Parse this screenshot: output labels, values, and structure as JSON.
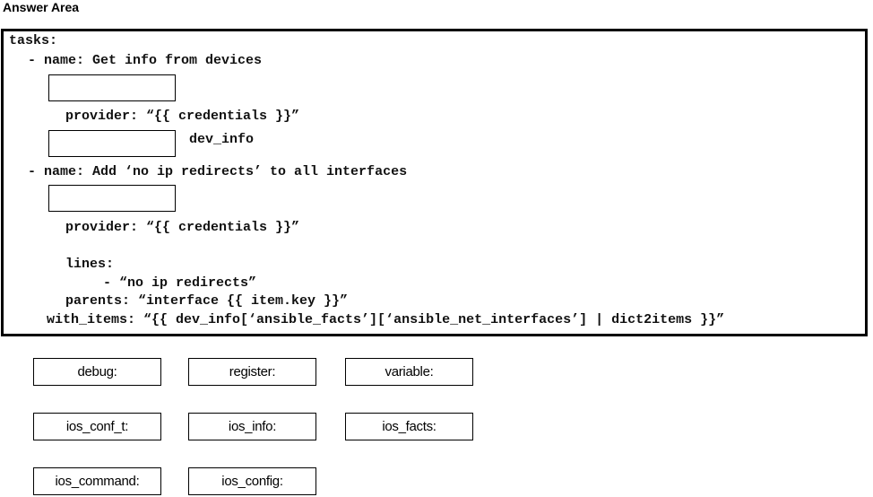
{
  "header": {
    "title": "Answer Area"
  },
  "code": {
    "l1": "tasks:",
    "l2": "- name: Get info from devices",
    "l3": "provider: “{{ credentials }}”",
    "l4": "dev_info",
    "l5": "- name: Add ‘no ip redirects’ to all interfaces",
    "l6": "provider: “{{ credentials }}”",
    "l7": "lines:",
    "l8": "- “no ip redirects”",
    "l9": "parents: “interface {{ item.key }}”",
    "l10": "with_items: “{{ dev_info[‘ansible_facts’][‘ansible_net_interfaces’] | dict2items }}”"
  },
  "options": {
    "debug": "debug:",
    "register": "register:",
    "variable": "variable:",
    "ios_conf_t": "ios_conf_t:",
    "ios_info": "ios_info:",
    "ios_facts": "ios_facts:",
    "ios_command": "ios_command:",
    "ios_config": "ios_config:"
  }
}
